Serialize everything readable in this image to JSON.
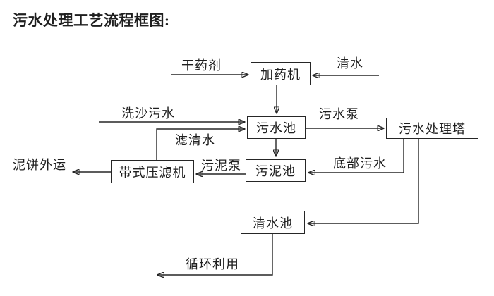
{
  "title": "污水处理工艺流程框图:",
  "colors": {
    "ink": "#262626",
    "background": "#ffffff"
  },
  "diagram": {
    "nodes": {
      "dosing_machine": "加药机",
      "sewage_pool": "污水池",
      "treatment_tower": "污水处理塔",
      "sludge_pool": "污泥池",
      "belt_filter_press": "带式压滤机",
      "clear_water_pool": "清水池"
    },
    "labels": {
      "dry_agent": "干药剂",
      "clear_water": "清水",
      "sand_washing_sewage": "洗沙污水",
      "sewage_pump": "污水泵",
      "filtered_water": "滤清水",
      "mud_cake_out": "泥饼外运",
      "sludge_pump": "污泥泵",
      "bottom_sewage": "底部污水",
      "recycle_use": "循环利用"
    },
    "edges": [
      {
        "from": null,
        "to": "加药机",
        "label": "干药剂"
      },
      {
        "from": null,
        "to": "加药机",
        "label": "清水"
      },
      {
        "from": "加药机",
        "to": "污水池",
        "label": ""
      },
      {
        "from": null,
        "to": "污水池",
        "label": "洗沙污水"
      },
      {
        "from": "带式压滤机",
        "to": "污水池",
        "label": "滤清水"
      },
      {
        "from": "污水池",
        "to": "污水处理塔",
        "label": "污水泵"
      },
      {
        "from": "污水池",
        "to": "污泥池",
        "label": ""
      },
      {
        "from": "污水处理塔",
        "to": "污泥池",
        "label": "底部污水"
      },
      {
        "from": "污泥池",
        "to": "带式压滤机",
        "label": "污泥泵"
      },
      {
        "from": "带式压滤机",
        "to": null,
        "label": "泥饼外运"
      },
      {
        "from": "污水处理塔",
        "to": "清水池",
        "label": ""
      },
      {
        "from": "清水池",
        "to": null,
        "label": "循环利用"
      }
    ]
  }
}
